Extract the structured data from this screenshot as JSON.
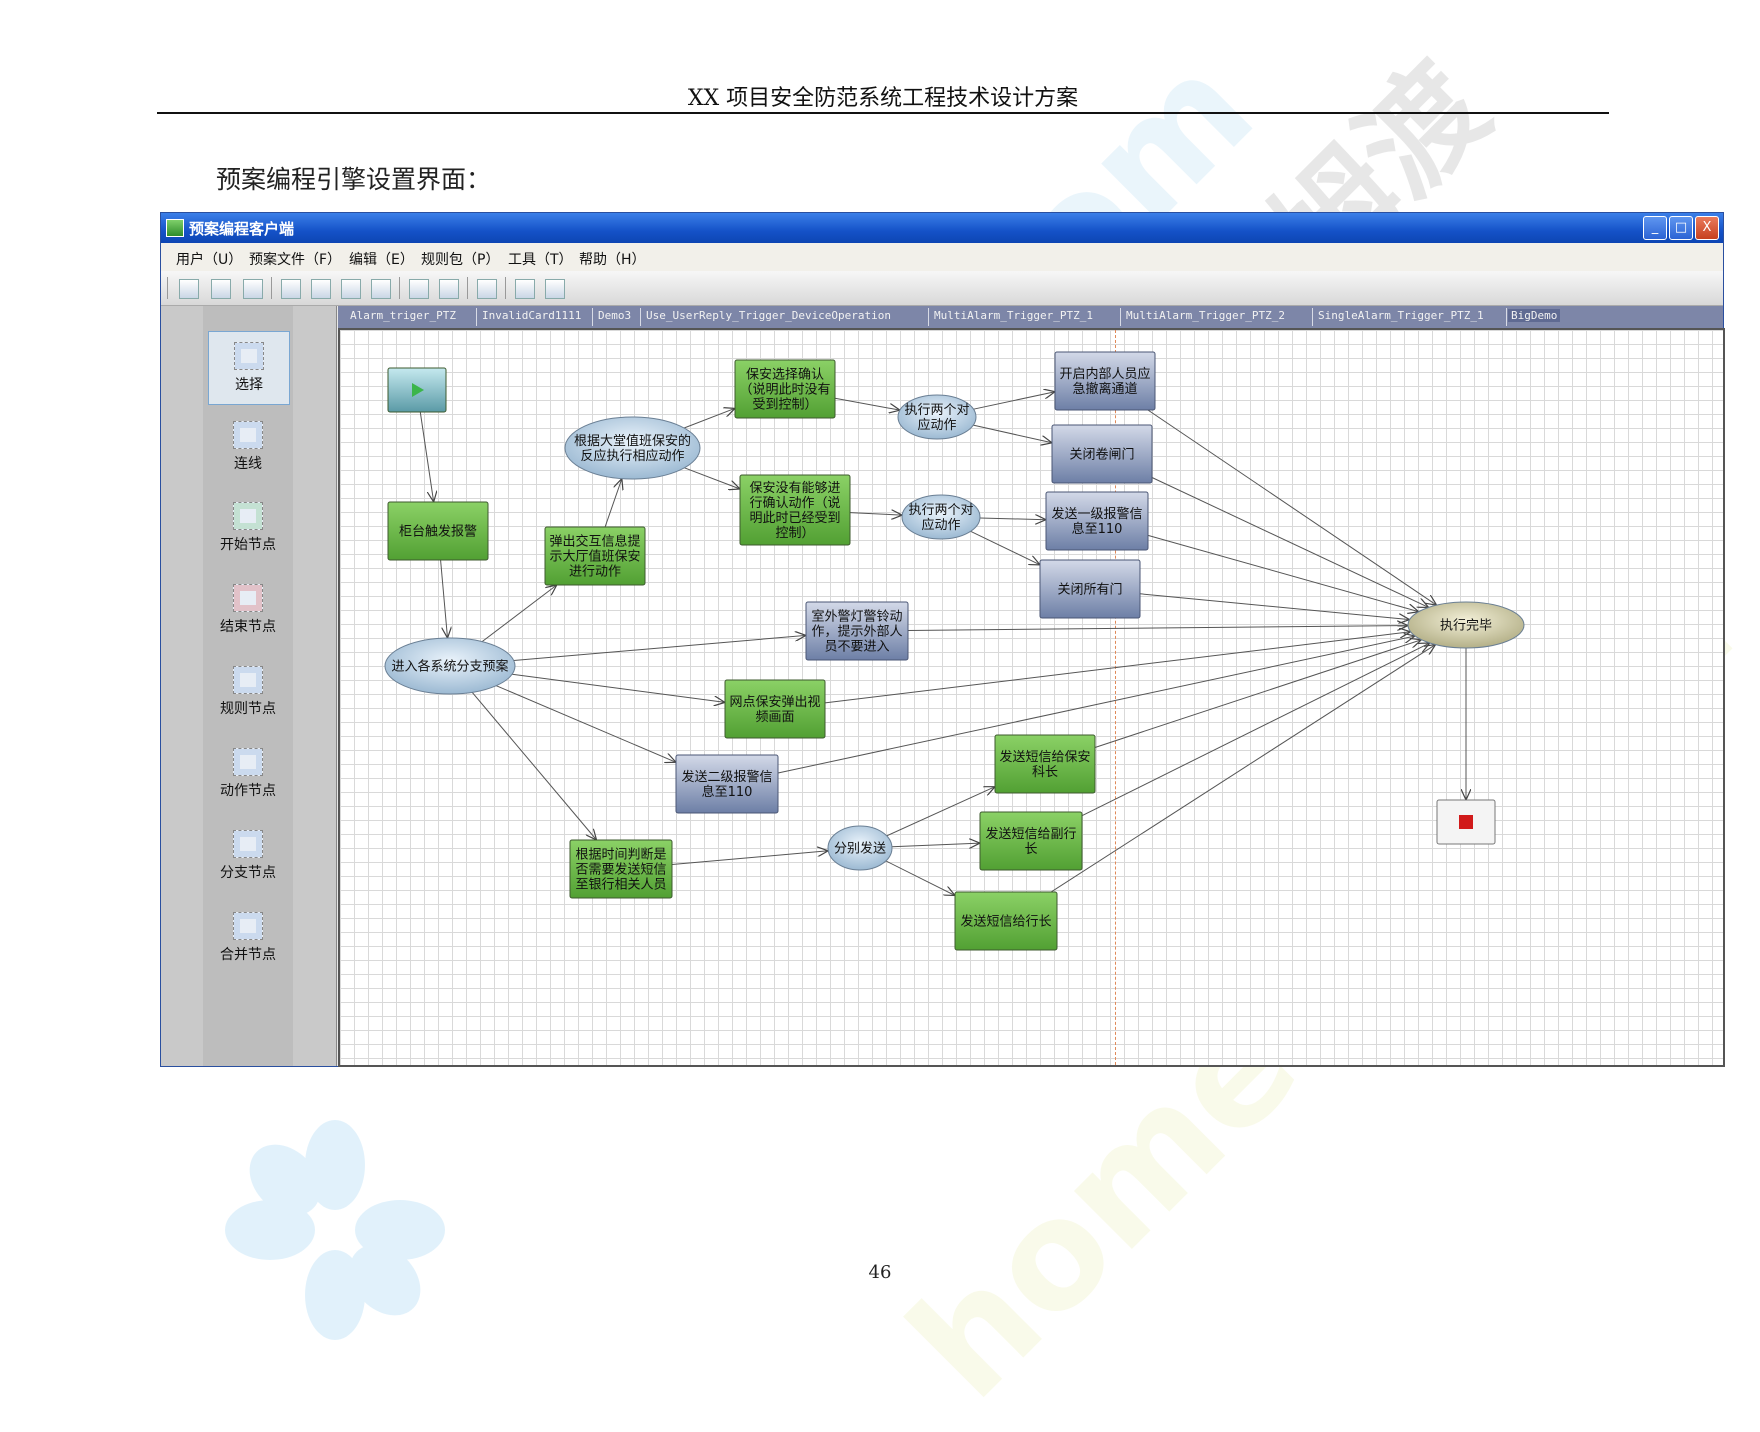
{
  "document": {
    "header": "XX 项目安全防范系统工程技术设计方案",
    "caption": "预案编程引擎设置界面：",
    "page_number": "46"
  },
  "watermark": {
    "text_a": "homedo.com",
    "text_b": "河姆渡",
    "text_c": "homedo.com"
  },
  "window": {
    "title": "预案编程客户端",
    "controls": {
      "minimize": "_",
      "maximize": "□",
      "close": "X"
    }
  },
  "menu": [
    "用户（U）",
    "预案文件（F）",
    "编辑（E）",
    "规则包（P）",
    "工具（T）",
    "帮助（H）"
  ],
  "toolbar": {
    "icons": [
      "new-icon",
      "print-icon",
      "save-icon",
      "cut-icon",
      "copy-icon",
      "paste-icon",
      "delete-icon",
      "undo-icon",
      "redo-icon",
      "page-icon",
      "export-icon",
      "import-icon"
    ]
  },
  "sidebar": {
    "tools": [
      {
        "label": "选择",
        "icon": "select-arrow-icon",
        "selected": true
      },
      {
        "label": "连线",
        "icon": "connect-line-icon"
      },
      {
        "label": "开始节点",
        "icon": "start-node-icon"
      },
      {
        "label": "结束节点",
        "icon": "end-node-icon"
      },
      {
        "label": "规则节点",
        "icon": "rule-node-icon"
      },
      {
        "label": "动作节点",
        "icon": "action-node-icon"
      },
      {
        "label": "分支节点",
        "icon": "branch-node-icon"
      },
      {
        "label": "合并节点",
        "icon": "merge-node-icon"
      }
    ]
  },
  "tabs": [
    "Alarm_triger_PTZ",
    "InvalidCard1111",
    "Demo3",
    "Use_UserReply_Trigger_DeviceOperation",
    "MultiAlarm_Trigger_PTZ_1",
    "MultiAlarm_Trigger_PTZ_2",
    "SingleAlarm_Trigger_PTZ_1",
    "BigDemo"
  ],
  "active_tab": "BigDemo",
  "colors": {
    "green": "#6fb54a",
    "blue_gray": "#8f9dbb",
    "ellipse": "#b8cfe2",
    "terminal": "#d7ccb0"
  },
  "flow": {
    "nodes": [
      {
        "id": "start",
        "kind": "start"
      },
      {
        "id": "n_counter",
        "kind": "green",
        "lines": [
          "柜台触发报警"
        ]
      },
      {
        "id": "n_branch",
        "kind": "ellipse",
        "lines": [
          "进入各系统分支预案"
        ]
      },
      {
        "id": "n_popup",
        "kind": "green",
        "lines": [
          "弹出交互信息提",
          "示大厅值班保安",
          "进行动作"
        ]
      },
      {
        "id": "n_react",
        "kind": "ellipse",
        "lines": [
          "根据大堂值班保安的",
          "反应执行相应动作"
        ]
      },
      {
        "id": "n_confirm",
        "kind": "green",
        "lines": [
          "保安选择确认",
          "（说明此时没有",
          "受到控制）"
        ]
      },
      {
        "id": "n_noconfirm",
        "kind": "green",
        "lines": [
          "保安没有能够进",
          "行确认动作（说",
          "明此时已经受到",
          "控制）"
        ]
      },
      {
        "id": "n_exec1",
        "kind": "ellipse",
        "lines": [
          "执行两个对",
          "应动作"
        ]
      },
      {
        "id": "n_exec2",
        "kind": "ellipse",
        "lines": [
          "执行两个对",
          "应动作"
        ]
      },
      {
        "id": "n_evac",
        "kind": "bluegray",
        "lines": [
          "开启内部人员应",
          "急撤离通道"
        ]
      },
      {
        "id": "n_shutter",
        "kind": "bluegray",
        "lines": [
          "关闭卷闸门"
        ]
      },
      {
        "id": "n_alarm110",
        "kind": "bluegray",
        "lines": [
          "发送一级报警信",
          "息至110"
        ]
      },
      {
        "id": "n_closedoors",
        "kind": "bluegray",
        "lines": [
          "关闭所有门"
        ]
      },
      {
        "id": "n_outdoor",
        "kind": "bluegray",
        "lines": [
          "室外警灯警铃动",
          "作，提示外部人",
          "员不要进入"
        ]
      },
      {
        "id": "n_video",
        "kind": "green",
        "lines": [
          "网点保安弹出视",
          "频画面"
        ]
      },
      {
        "id": "n_alarm2",
        "kind": "bluegray",
        "lines": [
          "发送二级报警信",
          "息至110"
        ]
      },
      {
        "id": "n_time",
        "kind": "green",
        "lines": [
          "根据时间判断是",
          "否需要发送短信",
          "至银行相关人员"
        ]
      },
      {
        "id": "n_split",
        "kind": "ellipse",
        "lines": [
          "分别发送"
        ]
      },
      {
        "id": "n_sms1",
        "kind": "green",
        "lines": [
          "发送短信给保安",
          "科长"
        ]
      },
      {
        "id": "n_sms2",
        "kind": "green",
        "lines": [
          "发送短信给副行",
          "长"
        ]
      },
      {
        "id": "n_sms3",
        "kind": "green",
        "lines": [
          "发送短信给行长"
        ]
      },
      {
        "id": "n_done",
        "kind": "terminal",
        "lines": [
          "执行完毕"
        ]
      },
      {
        "id": "end",
        "kind": "end"
      }
    ]
  }
}
